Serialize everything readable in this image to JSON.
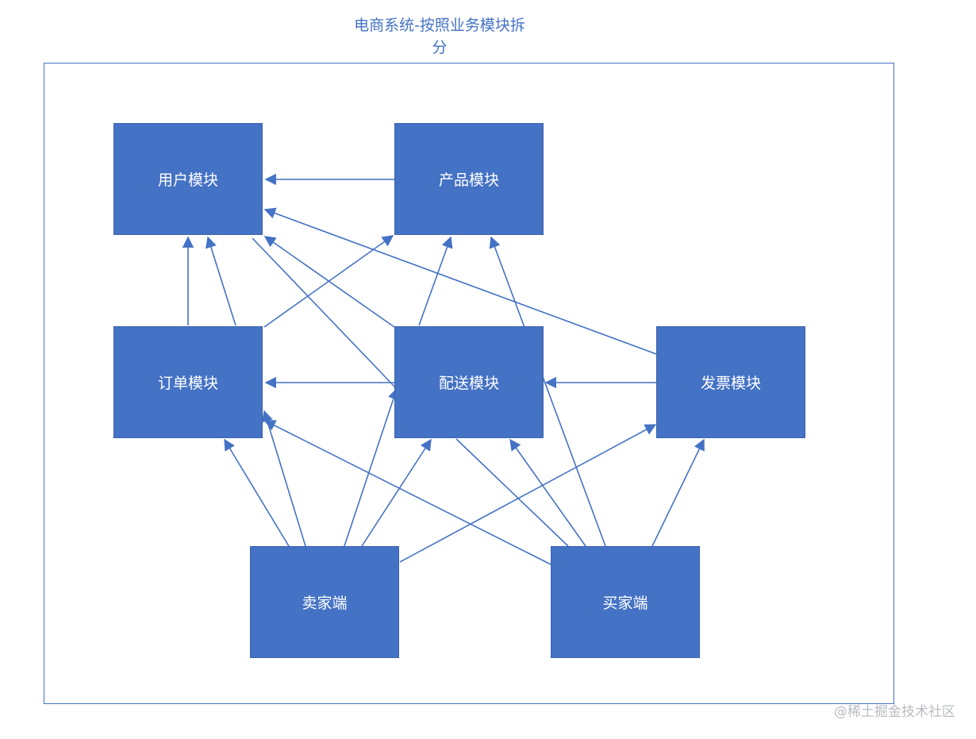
{
  "title": "电商系统-按照业务模块拆分",
  "colors": {
    "box": "#4472C4",
    "line": "#4472C4",
    "title": "#4472C4"
  },
  "nodes": {
    "user": "用户模块",
    "product": "产品模块",
    "order": "订单模块",
    "delivery": "配送模块",
    "invoice": "发票模块",
    "seller": "卖家端",
    "buyer": "买家端"
  },
  "watermark": "@稀土掘金技术社区"
}
